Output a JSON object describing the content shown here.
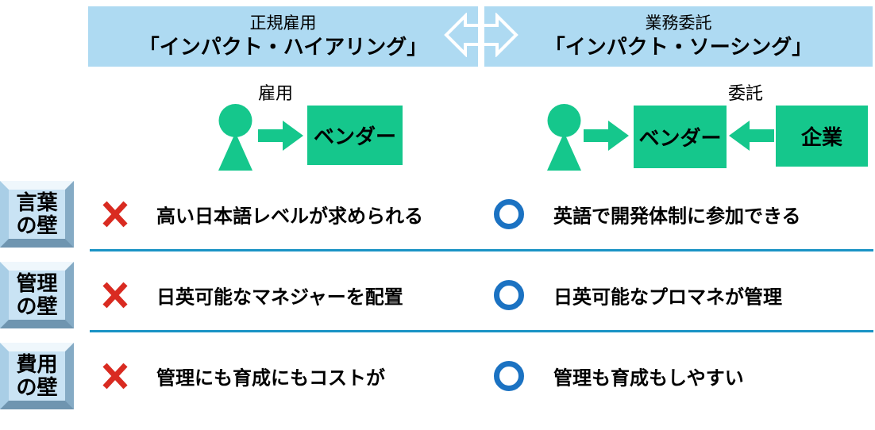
{
  "colors": {
    "header-bg": "#AEDAF2",
    "accent-green": "#15C78C",
    "divider-blue": "#1A93C5",
    "cross-red": "#D92B21",
    "circle-blue": "#1B72C2",
    "keycap-face": "#C9E3F4",
    "keycap-top": "#EFF7FC",
    "keycap-left": "#A9CEE6",
    "keycap-right": "#85ABC5",
    "keycap-bottom": "#6F95B0"
  },
  "header": {
    "left": {
      "tag": "正規雇用",
      "title": "「インパクト・ハイアリング」"
    },
    "right": {
      "tag": "業務委託",
      "title": "「インパクト・ソーシング」"
    }
  },
  "diagram": {
    "left": {
      "relation_label": "雇用",
      "vendor": "ベンダー"
    },
    "right": {
      "relation_label": "委託",
      "vendor": "ベンダー",
      "company": "企業"
    }
  },
  "rows": [
    {
      "barrier_line1": "言葉",
      "barrier_line2": "の壁",
      "hiring_con": "高い日本語レベルが求められる",
      "sourcing_pro": "英語で開発体制に参加できる"
    },
    {
      "barrier_line1": "管理",
      "barrier_line2": "の壁",
      "hiring_con": "日英可能なマネジャーを配置",
      "sourcing_pro": "日英可能なプロマネが管理"
    },
    {
      "barrier_line1": "費用",
      "barrier_line2": "の壁",
      "hiring_con": "管理にも育成にもコストが",
      "sourcing_pro": "管理も育成もしやすい"
    }
  ],
  "icons": {
    "double-arrow-icon": "white outlined left-right exchange arrow",
    "person-icon": "green circle head + triangle body",
    "right-arrow-icon": "green block arrow pointing right",
    "left-arrow-icon": "green block arrow pointing left",
    "cross-icon": "red X (negative)",
    "circle-icon": "blue ring O (positive)"
  }
}
